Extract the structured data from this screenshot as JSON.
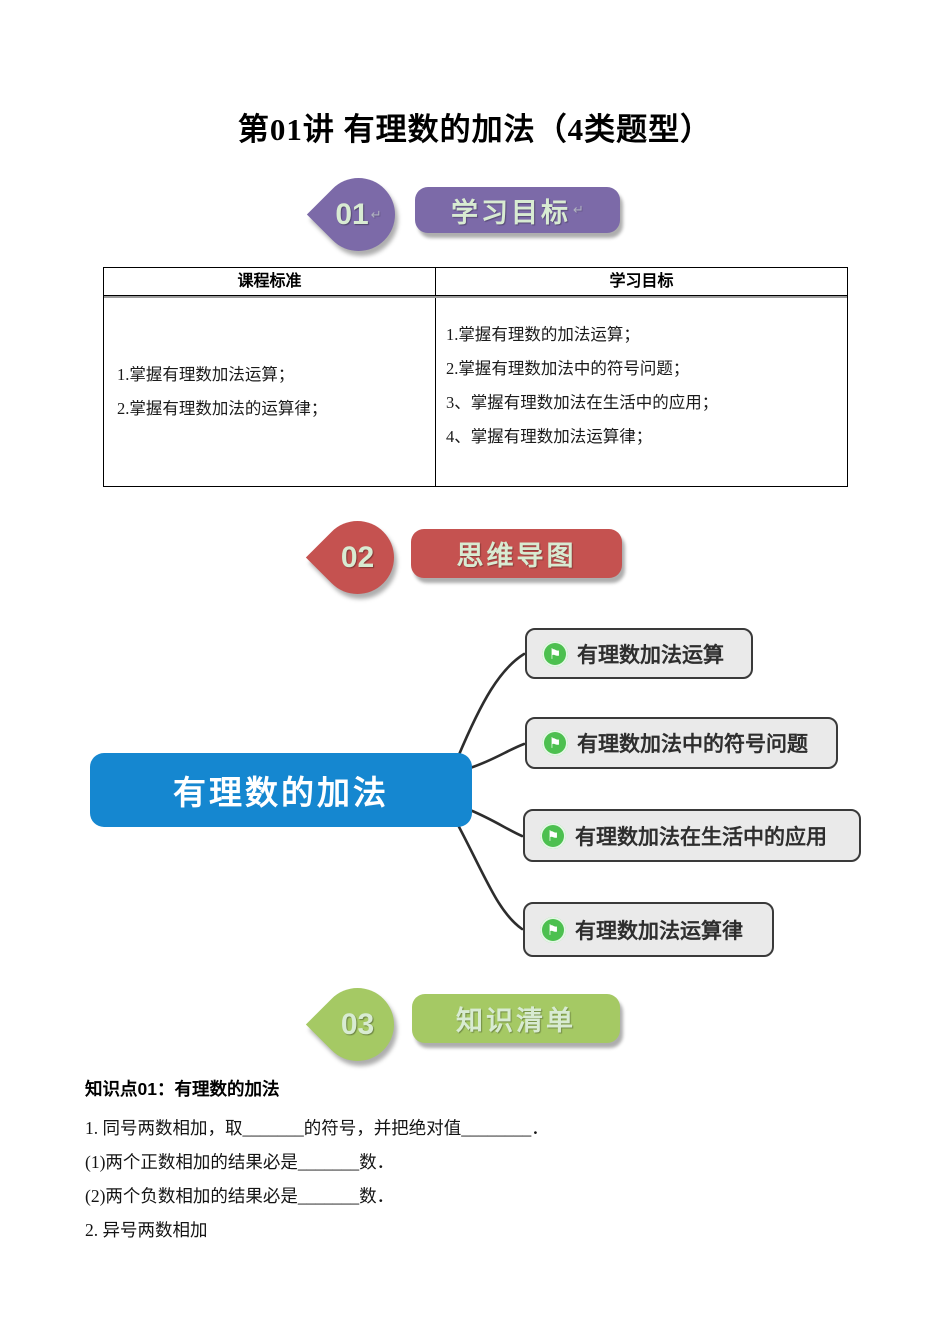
{
  "page": {
    "title": "第01讲 有理数的加法（4类题型）"
  },
  "marks": {
    "return": "↵"
  },
  "colors": {
    "section_purple": "#7C6AA8",
    "section_red": "#C55250",
    "section_green": "#A5C964",
    "badge_text_green": "#D8EBD2",
    "root_blue": "#1587D0",
    "branch_fill": "#EAEAEA",
    "branch_border": "#3A3A3A",
    "flag_green": "#4CC04F"
  },
  "sections": [
    {
      "number": "01",
      "label": "学习目标"
    },
    {
      "number": "02",
      "label": "思维导图"
    },
    {
      "number": "03",
      "label": "知识清单"
    }
  ],
  "table": {
    "headers": [
      "课程标准",
      "学习目标"
    ],
    "left_items": [
      "1.掌握有理数加法运算；",
      "2.掌握有理数加法的运算律；"
    ],
    "right_items": [
      "1.掌握有理数的加法运算；",
      "2.掌握有理数加法中的符号问题；",
      "3、掌握有理数加法在生活中的应用；",
      "4、掌握有理数加法运算律；"
    ]
  },
  "mindmap": {
    "root": "有理数的加法",
    "flag_icon": "⚑",
    "branches": [
      {
        "label": "有理数加法运算"
      },
      {
        "label": "有理数加法中的符号问题"
      },
      {
        "label": "有理数加法在生活中的应用"
      },
      {
        "label": "有理数加法运算律"
      }
    ]
  },
  "knowledge": {
    "heading": "知识点01：有理数的加法",
    "lines": [
      "1. 同号两数相加，取_______的符号，并把绝对值________．",
      "(1)两个正数相加的结果必是_______数．",
      "(2)两个负数相加的结果必是_______数．",
      "2. 异号两数相加"
    ]
  }
}
